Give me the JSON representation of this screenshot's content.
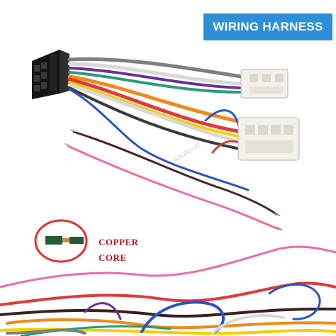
{
  "badge": {
    "text": "WIRING HARNESS",
    "color": "#2f8fd6"
  },
  "callout": {
    "line1": "COPPER",
    "line2": "CORE",
    "color": "#b1171f",
    "ring_color": "#e4312b"
  },
  "watermark": {
    "text": "wauto-us"
  },
  "wire_colors": [
    "#1d1d1d",
    "#7f7f7f",
    "#d9d9d9",
    "#6a2f9a",
    "#2a9a82",
    "#f08a1a",
    "#e03a3a",
    "#2b53c9",
    "#f0d000",
    "#f06aa6",
    "#3a2020"
  ]
}
